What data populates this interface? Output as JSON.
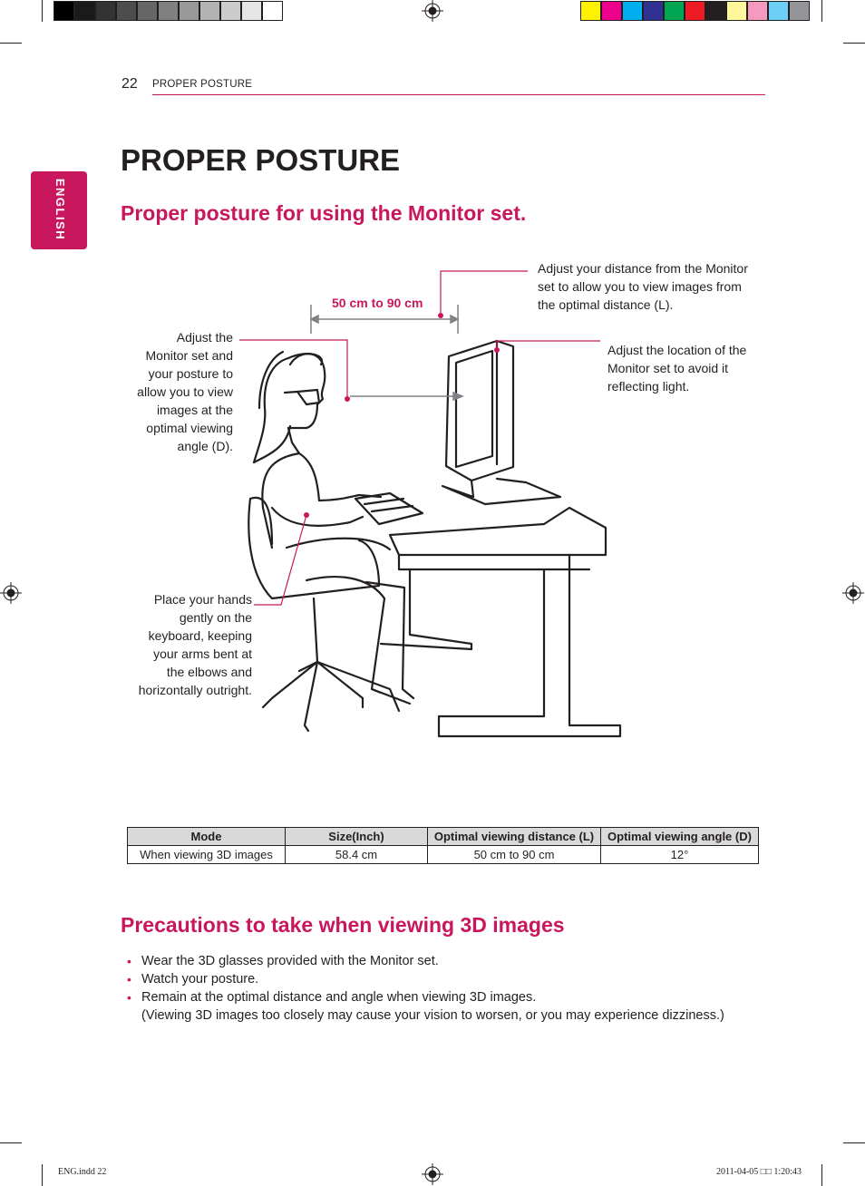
{
  "colors": {
    "accent": "#c8175d",
    "text": "#231f20",
    "table_header_bg": "#d9d9d9"
  },
  "print_marks": {
    "gray_swatches": [
      "#000000",
      "#1a1a1a",
      "#333333",
      "#4d4d4d",
      "#666666",
      "#808080",
      "#999999",
      "#b3b3b3",
      "#cccccc",
      "#e6e6e6",
      "#ffffff"
    ],
    "color_swatches": [
      "#fff200",
      "#ec008c",
      "#00aeef",
      "#2e3192",
      "#00a651",
      "#ed1c24",
      "#231f20",
      "#fff799",
      "#f49ac1",
      "#6dcff6",
      "#939598"
    ]
  },
  "header": {
    "page_number": "22",
    "running_title": "PROPER POSTURE"
  },
  "side_tab": {
    "label": "ENGLISH"
  },
  "title": "PROPER POSTURE",
  "section_posture": {
    "heading": "Proper posture for using the Monitor set.",
    "distance_label": "50 cm to 90 cm",
    "callout_distance": [
      "Adjust your distance from the Monitor",
      "set to allow you to view images from",
      "the optimal distance (L)."
    ],
    "callout_location": [
      "Adjust the location of the",
      "Monitor set to avoid it",
      "reflecting light."
    ],
    "callout_angle": [
      "Adjust the",
      "Monitor set and",
      "your posture to",
      "allow you to view",
      "images at the",
      "optimal viewing",
      "angle (D)."
    ],
    "callout_hands": [
      "Place your hands",
      "gently on the",
      "keyboard, keeping",
      "your arms bent at",
      "the elbows and",
      "horizontally outright."
    ]
  },
  "table": {
    "headers": [
      "Mode",
      "Size(Inch)",
      "Optimal viewing distance (L)",
      "Optimal viewing angle (D)"
    ],
    "rows": [
      [
        "When viewing 3D images",
        "58.4 cm",
        "50 cm to 90 cm",
        "12°"
      ]
    ]
  },
  "section_precautions": {
    "heading": "Precautions to take when viewing 3D images",
    "items": [
      "Wear the 3D glasses provided with the Monitor set.",
      "Watch your posture.",
      "Remain at the optimal distance and angle when viewing 3D images.",
      "(Viewing 3D images too closely may cause your vision to worsen, or you may experience dizziness.)"
    ]
  },
  "footer": {
    "left": "ENG.indd   22",
    "right": "2011-04-05   □□ 1:20:43"
  }
}
